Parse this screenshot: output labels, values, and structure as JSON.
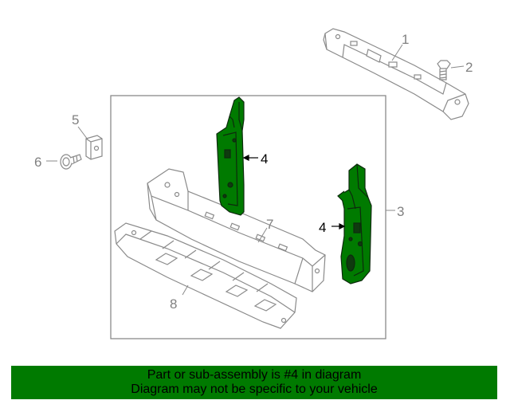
{
  "diagram": {
    "callouts": {
      "c1": "1",
      "c2": "2",
      "c3": "3",
      "c4_upper": "4",
      "c4_lower": "4",
      "c5": "5",
      "c6": "6",
      "c7": "7",
      "c8": "8"
    },
    "colors": {
      "highlight_part": "#007a00",
      "line_art": "#8a8a8a",
      "banner_bg": "#007a00"
    }
  },
  "banner": {
    "line1": "Part or sub-assembly is #4 in diagram",
    "line2": "Diagram may not be specific to your vehicle"
  }
}
